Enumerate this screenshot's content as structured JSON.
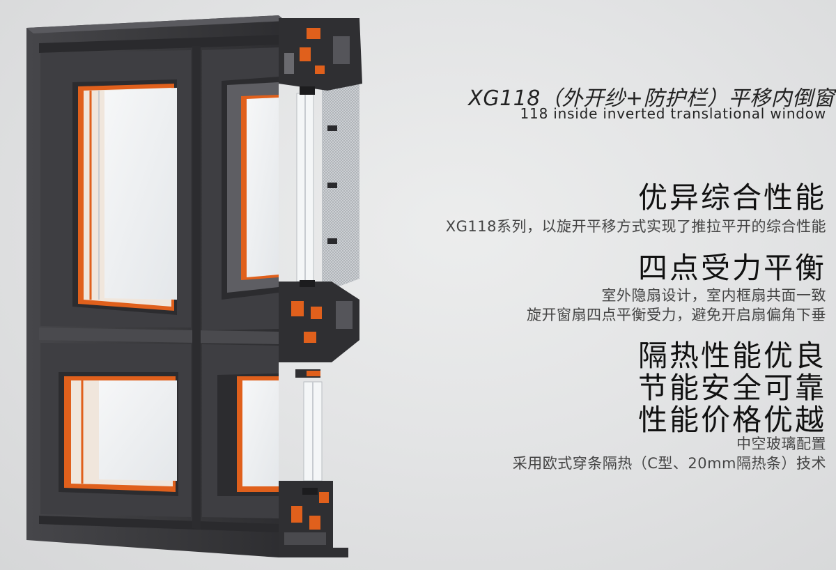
{
  "title": "XG118（外开纱+防护栏）平移内倒窗",
  "subtitle": "118 inside inverted translational window",
  "features": [
    {
      "heading_lines": [
        "优异综合性能"
      ],
      "desc_lines": [
        "XG118系列，以旋开平移方式实现了推拉平开的综合性能"
      ]
    },
    {
      "heading_lines": [
        "四点受力平衡"
      ],
      "desc_lines": [
        "室外隐扇设计，室内框扇共面一致",
        "旋开窗扇四点平衡受力，避免开启扇偏角下垂"
      ]
    },
    {
      "heading_lines": [
        "隔热性能优良",
        "节能安全可靠",
        "性能价格优越"
      ],
      "desc_lines": [
        "中空玻璃配置",
        "采用欧式穿条隔热（C型、20mm隔热条）技术"
      ]
    }
  ],
  "colors": {
    "frame": "#3a3a3c",
    "frame_highlight": "#55555a",
    "thermal_break": "#e0601c",
    "glass": "#eef1f3",
    "screen": "#c9ccd0",
    "background": "#e3e4e5"
  }
}
